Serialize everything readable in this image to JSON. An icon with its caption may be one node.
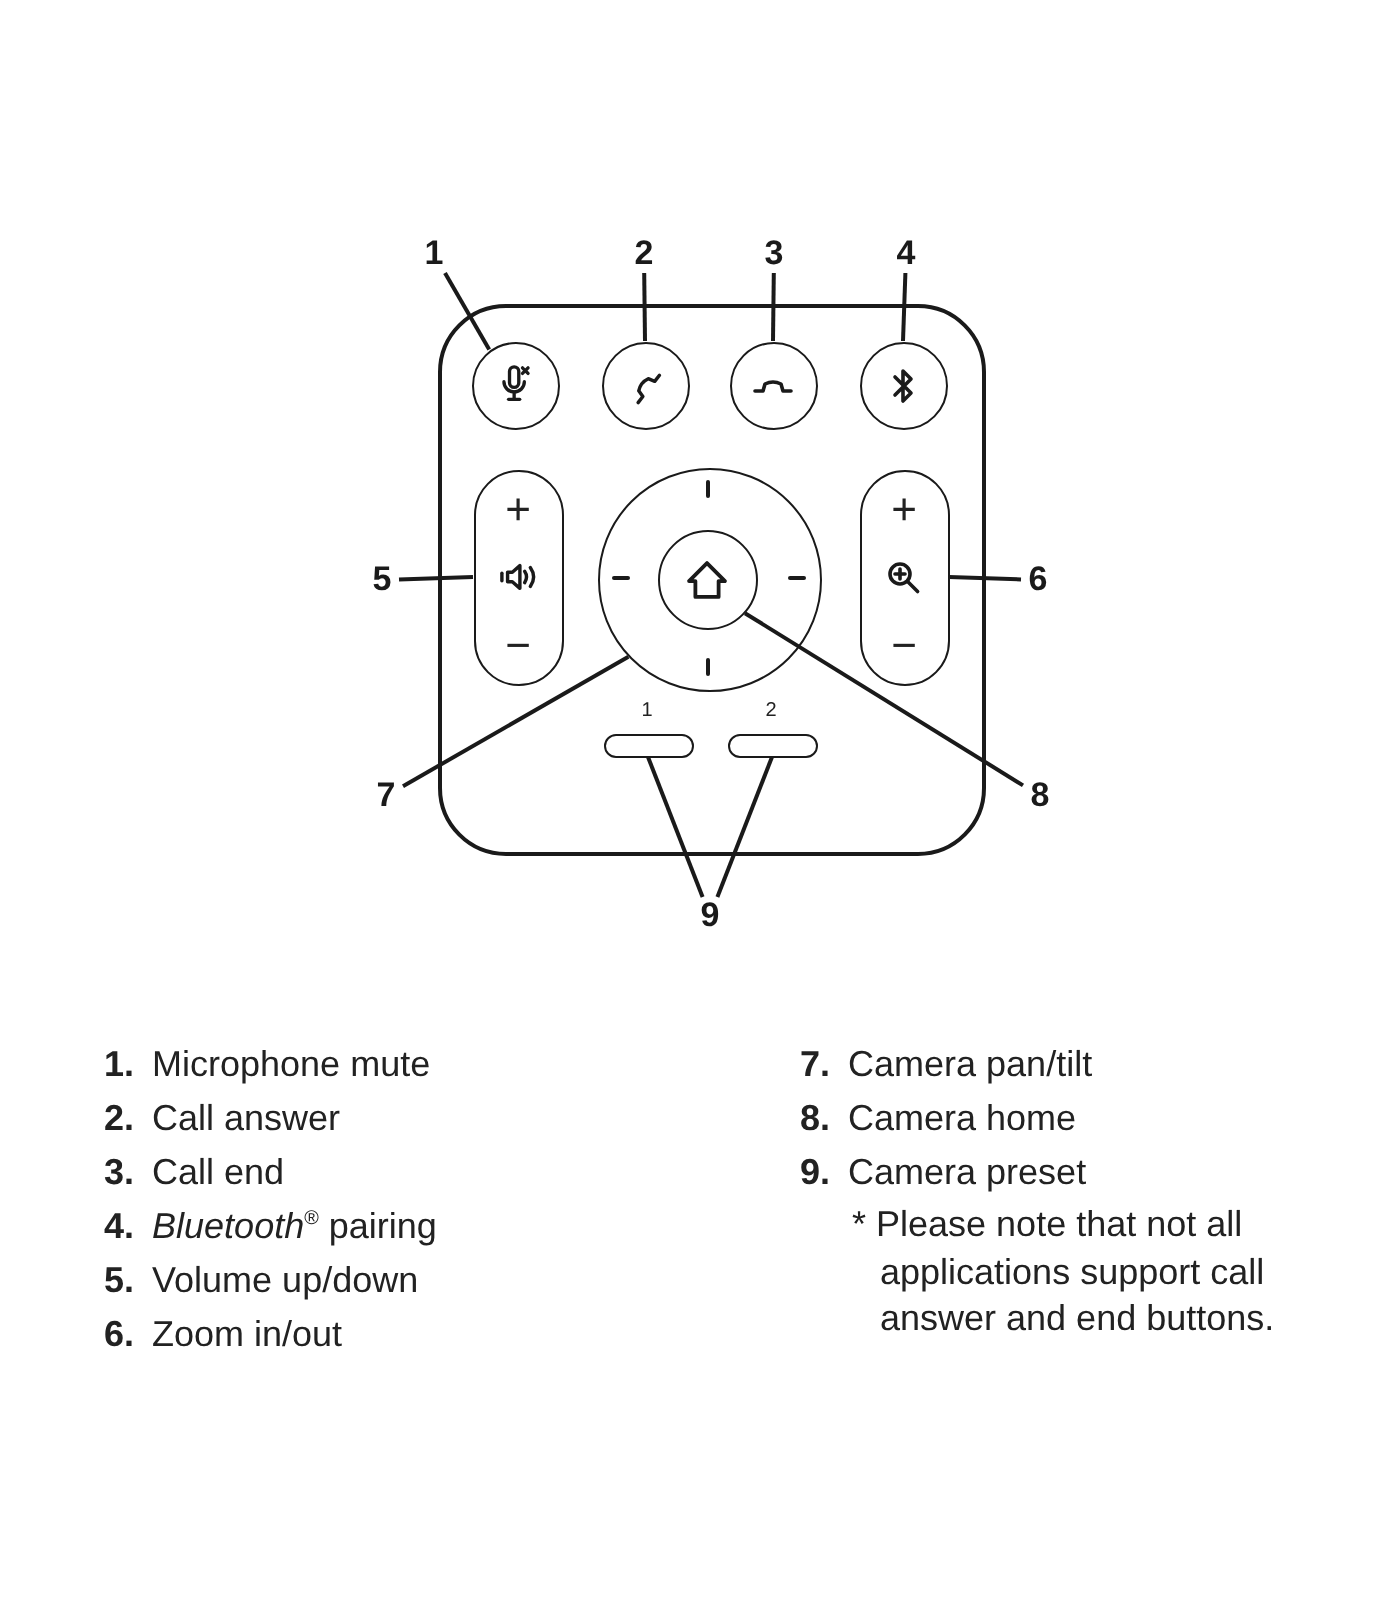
{
  "diagram": {
    "nodes": [
      {
        "text": [
          "1"
        ]
      },
      {
        "text": [
          "2"
        ]
      },
      {
        "text": [
          "3"
        ]
      },
      {
        "text": [
          "4"
        ]
      },
      {
        "text": [],
        "shape": "box"
      },
      {
        "text": [],
        "shape": "circle",
        "in": 4
      },
      {
        "text": [],
        "shape": "circle",
        "in": 4
      },
      {
        "text": [],
        "shape": "circle",
        "in": 4
      },
      {
        "text": [],
        "shape": "circle",
        "in": 4
      },
      {
        "text": [
          "5"
        ]
      },
      {
        "text": [
          "+",
          "−"
        ],
        "in": 4
      },
      {
        "text": [],
        "shape": "circle",
        "in": 4
      },
      {
        "text": [],
        "shape": "circle",
        "in": 11
      },
      {
        "text": [
          "+",
          "−"
        ],
        "in": 4
      },
      {
        "text": [
          "6"
        ]
      },
      {
        "text": [],
        "shape": "bar",
        "in": 4,
        "beside": [
          "1"
        ]
      },
      {
        "text": [],
        "shape": "bar",
        "in": 4,
        "beside": [
          "2"
        ]
      },
      {
        "text": [
          "7"
        ]
      },
      {
        "text": [
          "8"
        ]
      },
      {
        "text": [
          "9"
        ]
      }
    ],
    "edges": [
      {
        "from": 0,
        "to": 5,
        "arrow": "none"
      },
      {
        "from": 1,
        "to": 6,
        "arrow": "none"
      },
      {
        "from": 2,
        "to": 7,
        "arrow": "none"
      },
      {
        "from": 3,
        "to": 8,
        "arrow": "none"
      },
      {
        "from": 9,
        "to": 10,
        "arrow": "none"
      },
      {
        "from": 14,
        "to": 13,
        "arrow": "none"
      },
      {
        "from": 17,
        "to": 11,
        "arrow": "none"
      },
      {
        "from": 18,
        "to": 12,
        "arrow": "none"
      },
      {
        "from": 19,
        "to": 15,
        "arrow": "none"
      },
      {
        "from": 19,
        "to": 16,
        "arrow": "none"
      }
    ],
    "labels": [
      "**1.** Microphone mute",
      "**2.** Call answer",
      "**3.** Call end",
      "**4.** *Bluetooth*$^{®}$ pairing",
      "**5.** Volume up/down",
      "**6.** Zoom in/out",
      "**7.** Camera pan/tilt",
      "**8.** Camera home",
      "**9.** Camera preset",
      "* Please note that not all applications support call answer and end buttons."
    ]
  }
}
